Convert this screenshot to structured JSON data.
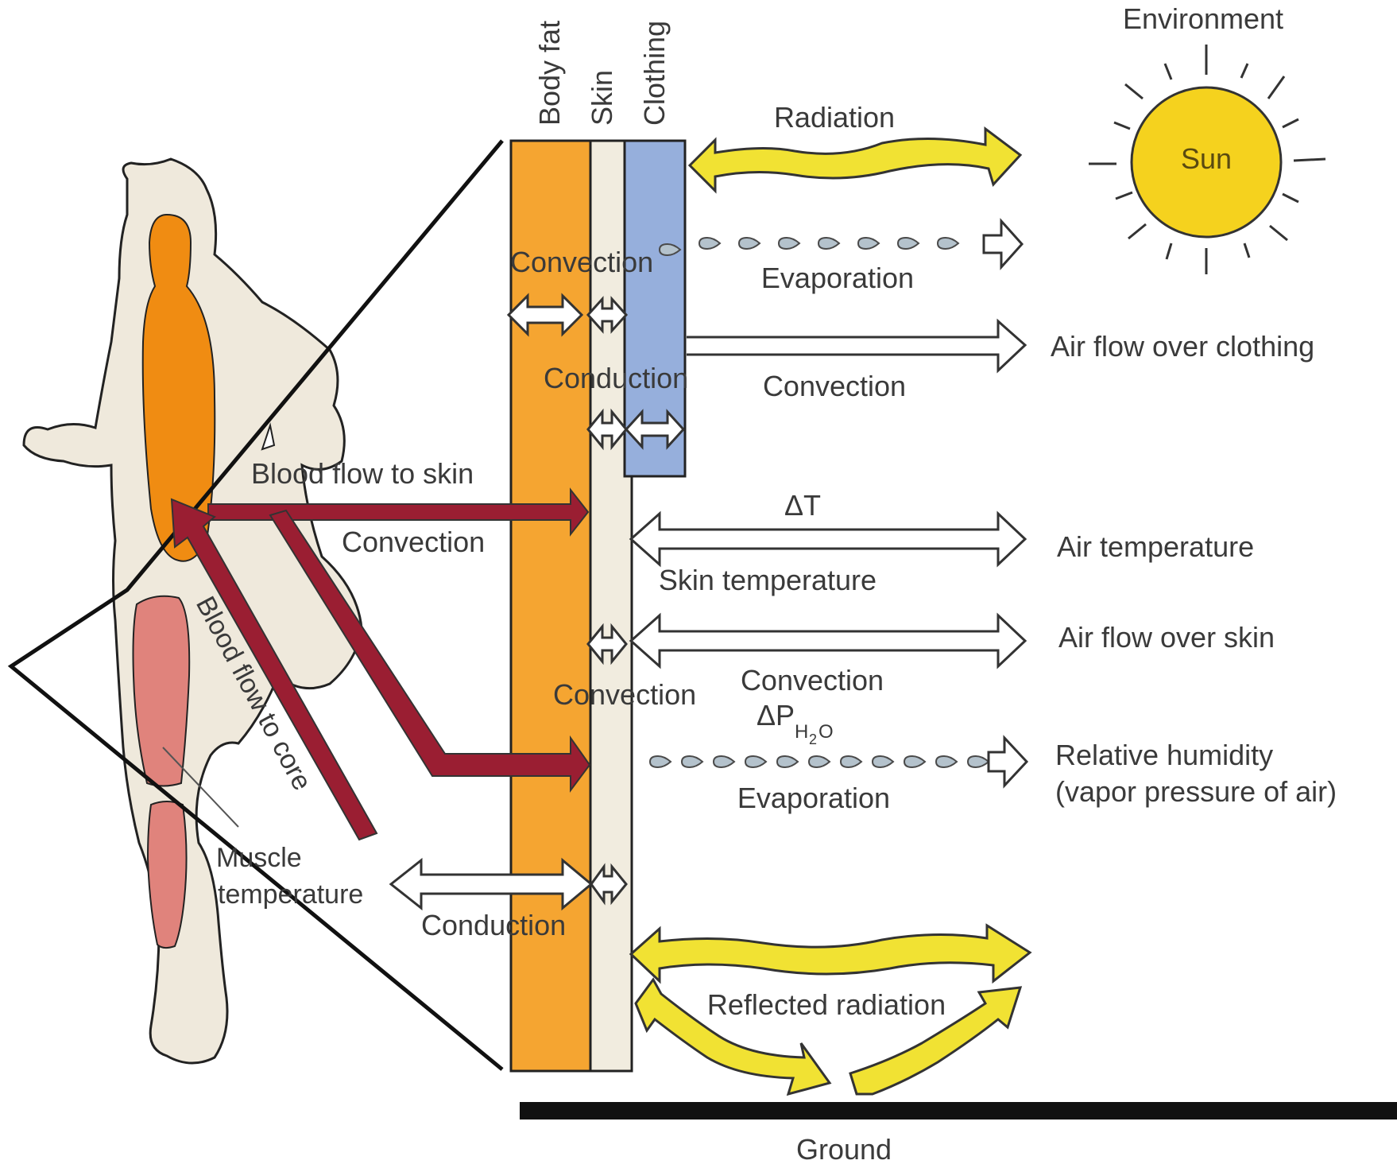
{
  "labels": {
    "environment": "Environment",
    "sun": "Sun",
    "body_fat": "Body fat",
    "skin": "Skin",
    "clothing": "Clothing",
    "radiation": "Radiation",
    "convection_top": "Convection",
    "evaporation_top": "Evaporation",
    "air_flow_clothing": "Air flow over clothing",
    "convection_clothing": "Convection",
    "conduction_mid": "Conduction",
    "blood_flow_skin": "Blood flow to skin",
    "delta_t": "ΔT",
    "air_temperature": "Air temperature",
    "convection_body": "Convection",
    "skin_temperature": "Skin temperature",
    "air_flow_skin": "Air flow over skin",
    "convection_skin_inner": "Convection",
    "convection_skin_outer": "Convection",
    "delta_p": "ΔP",
    "delta_p_sub_h": "H",
    "delta_p_sub_2": "2",
    "delta_p_sub_o": "O",
    "relative_humidity_1": "Relative humidity",
    "relative_humidity_2": "(vapor pressure of air)",
    "evaporation_bottom": "Evaporation",
    "blood_flow_core": "Blood flow to core",
    "muscle_1": "Muscle",
    "muscle_2": "temperature",
    "conduction_bottom": "Conduction",
    "reflected_radiation": "Reflected radiation",
    "ground": "Ground"
  },
  "colors": {
    "body_fat": "#f5a531",
    "skin": "#f1ecdf",
    "clothing": "#96afdc",
    "silhouette": "#efe9dc",
    "core": "#f08c12",
    "muscle": "#e0837c",
    "blood_arrow": "#9a1e32",
    "radiation": "#f1e233",
    "sun": "#f5d21e",
    "droplet": "#b4c2cc"
  }
}
